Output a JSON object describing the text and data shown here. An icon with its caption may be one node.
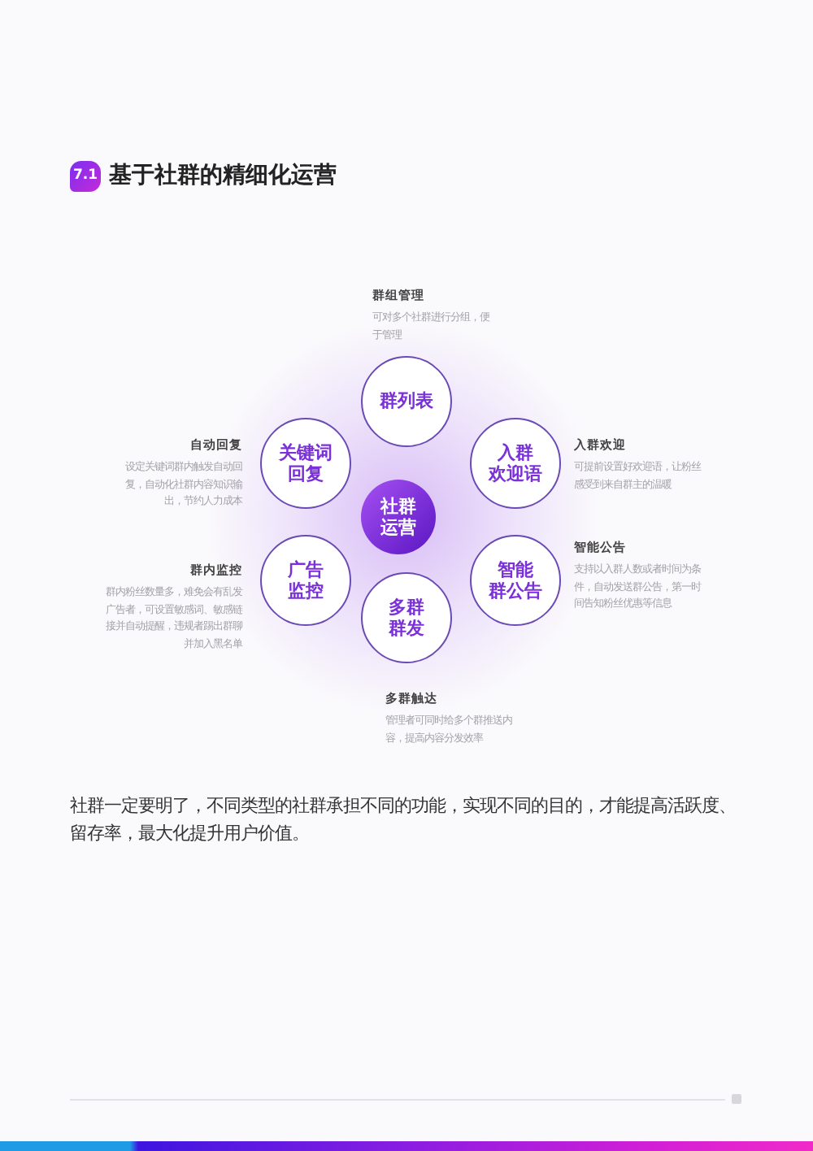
{
  "diagram": {
    "title": "基于社群的精细化运营",
    "caption": "社群一定要明了，不同类型的社群承担不同的功能，实现不同的目的，才能提高活跃度、留存率，最大化提升用户价值。",
    "nodes": [
      {
        "text": [
          "群列表"
        ],
        "beside": [
          "群组管理",
          "可对多个社群进行分组，便于管理"
        ]
      },
      {
        "text": [
          "关键词回复"
        ],
        "beside": [
          "自动回复",
          "设定关键词群内触发自动回复，自动化社群内容知识输出，节约人力成本"
        ]
      },
      {
        "text": [
          "入群欢迎语"
        ],
        "beside": [
          "入群欢迎",
          "可提前设置好欢迎语，让粉丝感受到来自群主的温暖"
        ]
      },
      {
        "text": [
          "社群运营"
        ]
      },
      {
        "text": [
          "广告监控"
        ],
        "beside": [
          "群内监控",
          "群内粉丝数量多，难免会有乱发广告者，可设置敏感词、敏感链接并自动提醒，违规者踢出群聊并加入黑名单"
        ]
      },
      {
        "text": [
          "智能群公告"
        ],
        "beside": [
          "智能公告",
          "支持以入群人数或者时间为条件，自动发送群公告，第一时间告知粉丝优惠等信息"
        ]
      },
      {
        "text": [
          "多群群发"
        ],
        "beside": [
          "多群触达",
          "管理者可同时给多个群推送内容，提高内容分发效率"
        ]
      }
    ],
    "labels": [
      "7.1"
    ]
  }
}
